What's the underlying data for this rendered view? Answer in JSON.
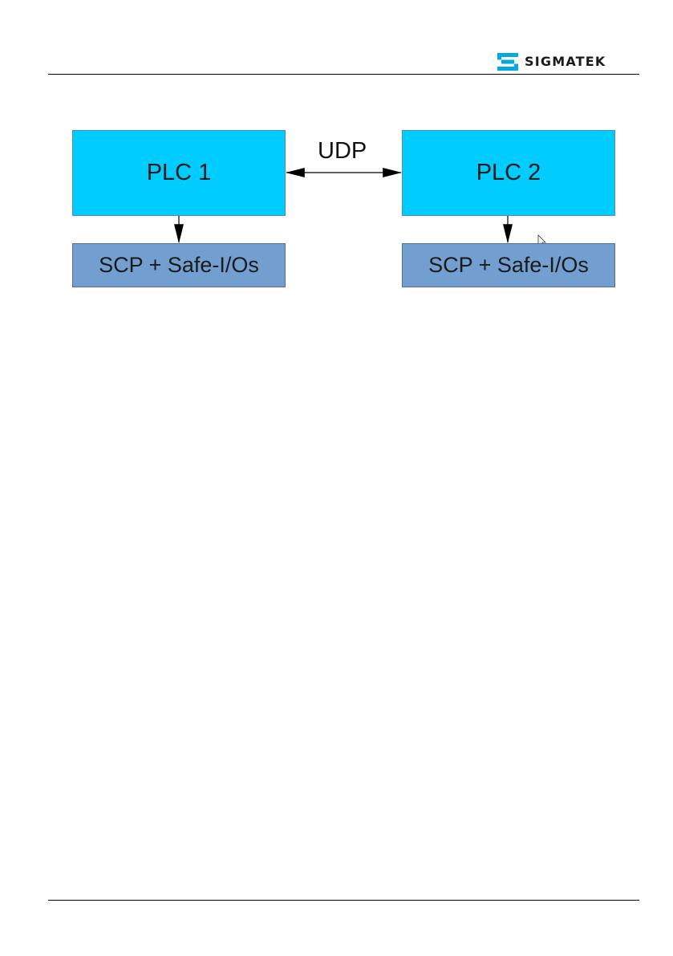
{
  "header": {
    "logo_text": "SIGMATEK",
    "logo_icon": "sigmatek-logo-icon"
  },
  "diagram": {
    "nodes": [
      {
        "id": "plc1",
        "label": "PLC 1"
      },
      {
        "id": "plc2",
        "label": "PLC 2"
      },
      {
        "id": "scp1",
        "label": "SCP + Safe-I/Os"
      },
      {
        "id": "scp2",
        "label": "SCP + Safe-I/Os"
      }
    ],
    "edges": [
      {
        "from": "plc1",
        "to": "plc2",
        "label": "UDP",
        "bidirectional": true
      },
      {
        "from": "plc1",
        "to": "scp1",
        "bidirectional": false
      },
      {
        "from": "plc2",
        "to": "scp2",
        "bidirectional": false
      }
    ],
    "colors": {
      "plc_fill": "#00ccff",
      "scp_fill": "#729fcf",
      "line": "#000000"
    }
  }
}
